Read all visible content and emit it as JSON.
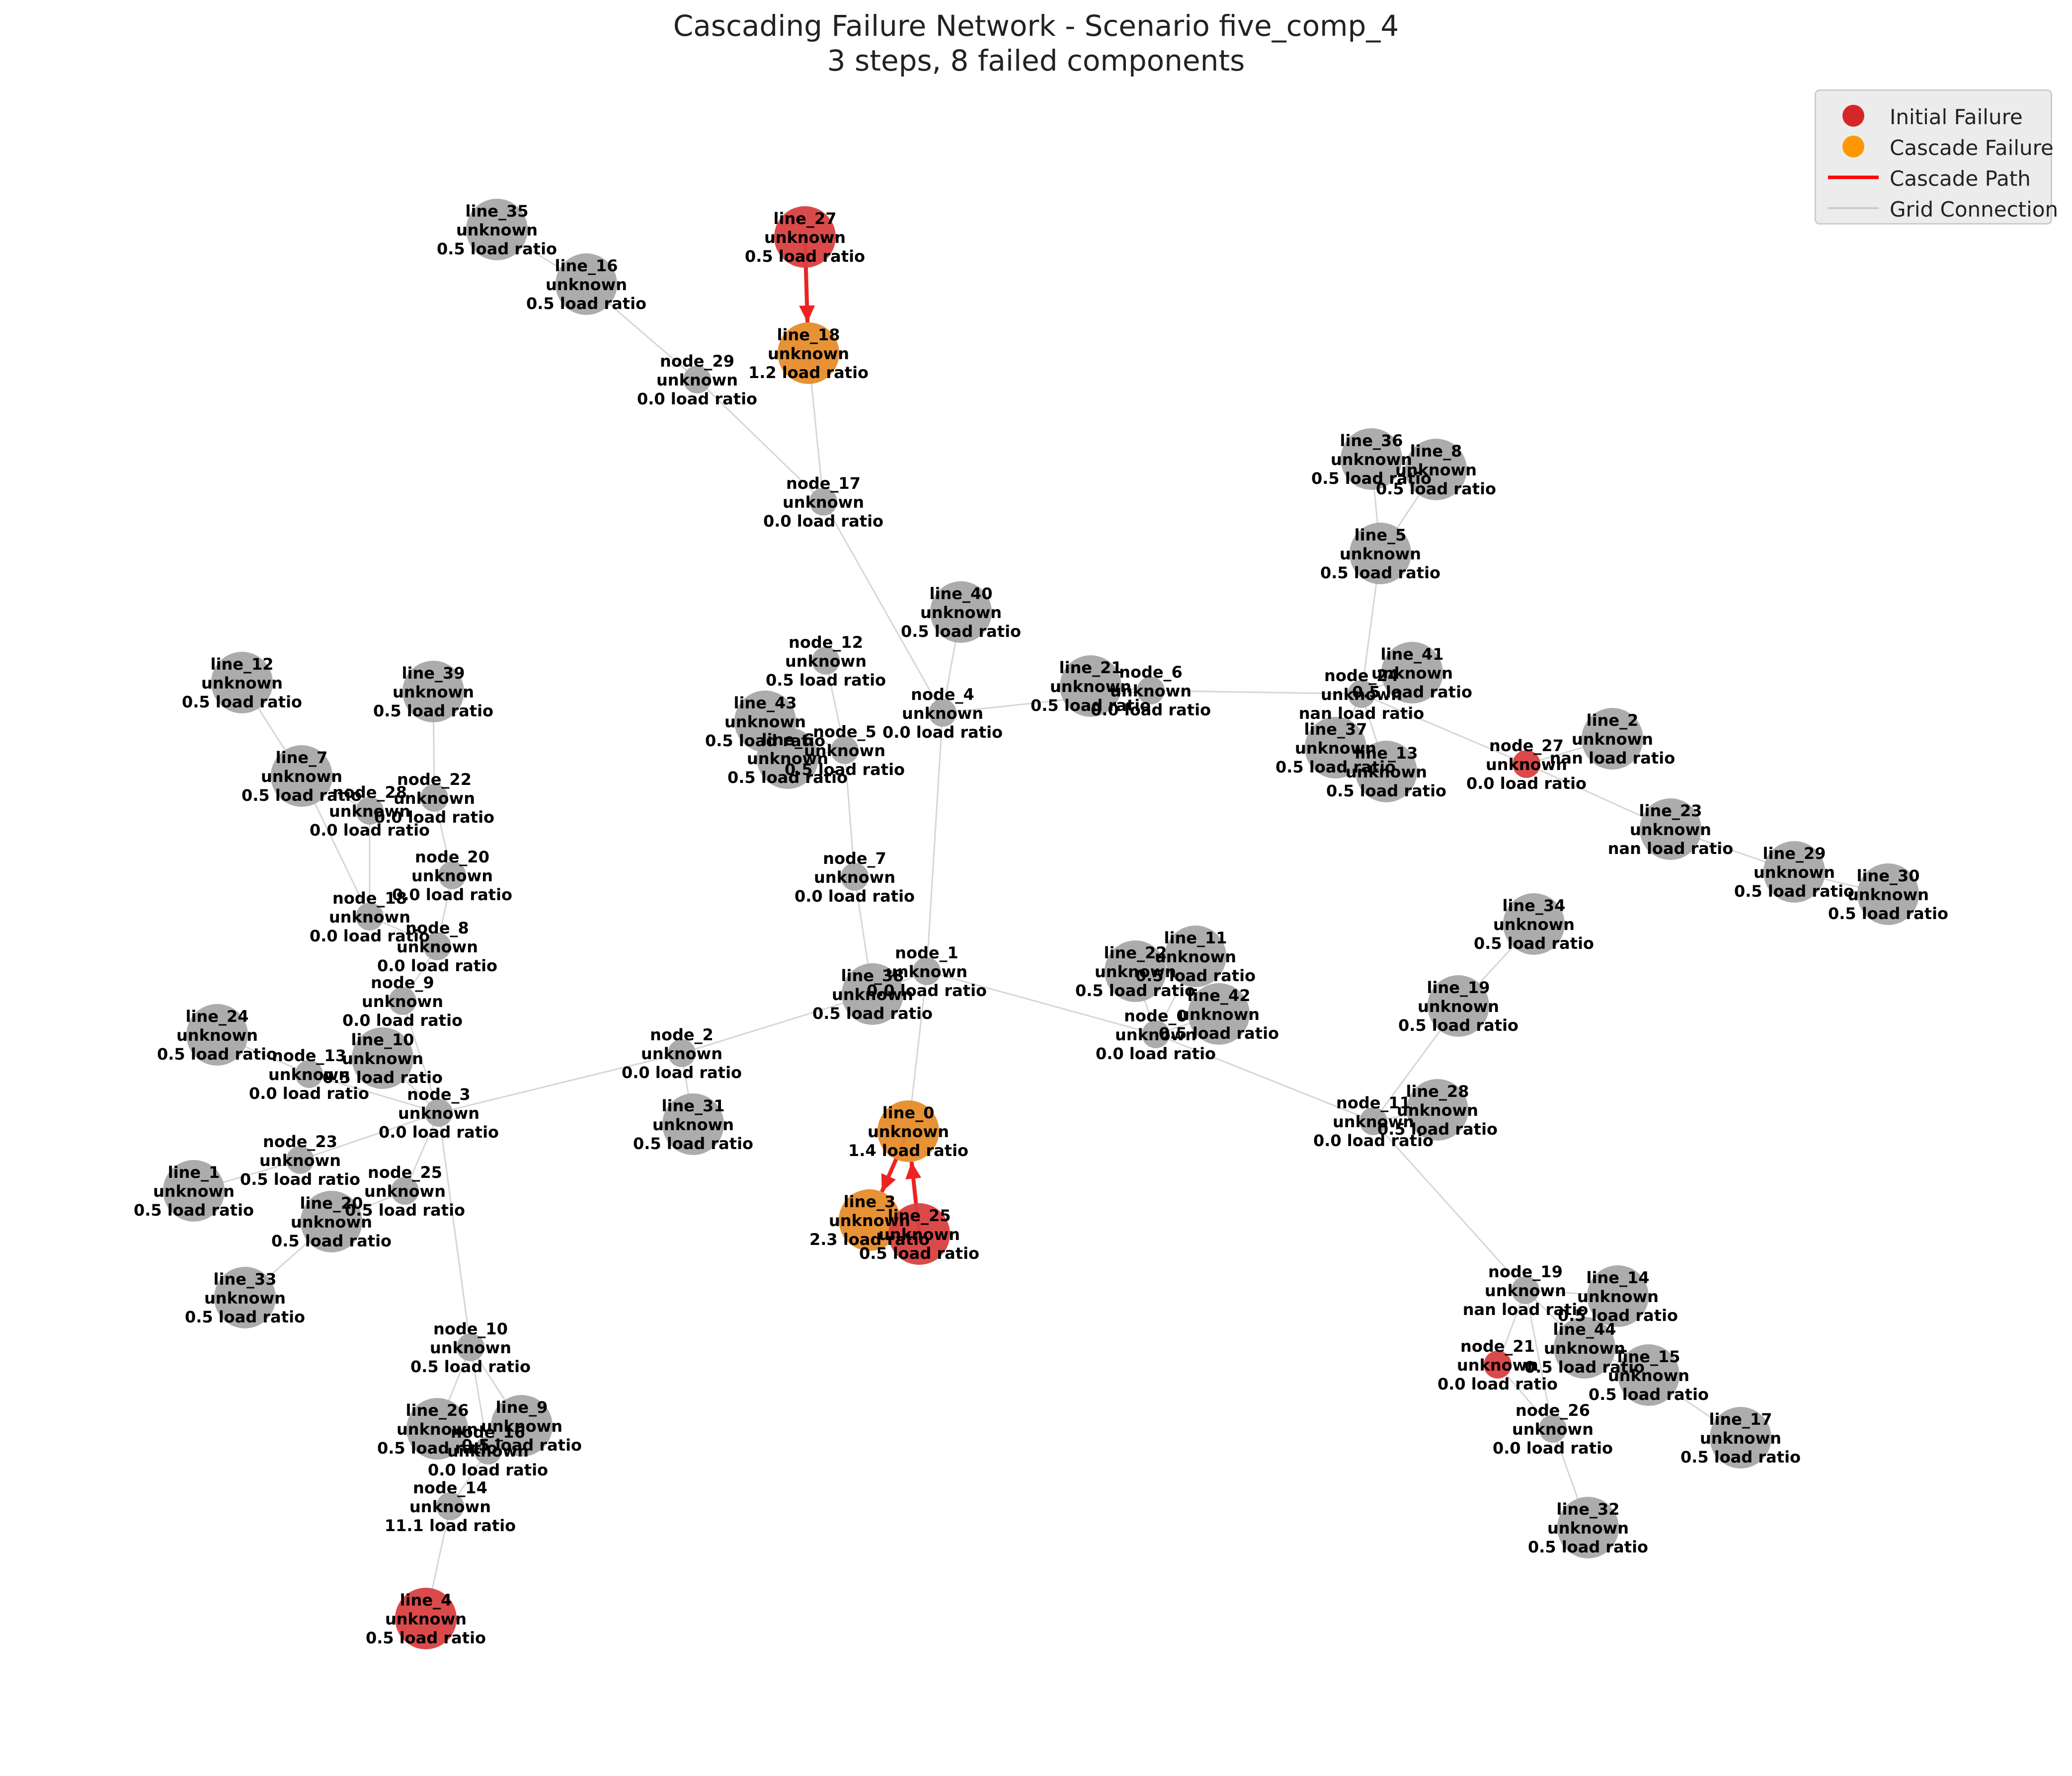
{
  "title": "Cascading Failure Network - Scenario five_comp_4",
  "subtitle": "3 steps, 8 failed components",
  "legend": {
    "position": "top-right",
    "items": [
      {
        "label": "Initial Failure",
        "kind": "marker",
        "color": "#d62728"
      },
      {
        "label": "Cascade Failure",
        "kind": "marker",
        "color": "#ff9800"
      },
      {
        "label": "Cascade Path",
        "kind": "line",
        "color": "#ff0000"
      },
      {
        "label": "Grid Connection",
        "kind": "line",
        "color": "#cccccc"
      }
    ]
  },
  "colors": {
    "initial": "#d94040",
    "cascade": "#e68c2a",
    "normal": "#a8a8a8",
    "edge": "#d6d6d6",
    "path": "#ee2222"
  },
  "node_types": {
    "line": "large",
    "node": "small"
  },
  "nodes": [
    {
      "id": "line_35",
      "status": "unknown",
      "load": "0.5 load ratio",
      "state": "normal"
    },
    {
      "id": "line_16",
      "status": "unknown",
      "load": "0.5 load ratio",
      "state": "normal"
    },
    {
      "id": "line_27",
      "status": "unknown",
      "load": "0.5 load ratio",
      "state": "initial"
    },
    {
      "id": "line_18",
      "status": "unknown",
      "load": "1.2 load ratio",
      "state": "cascade"
    },
    {
      "id": "node_29",
      "status": "unknown",
      "load": "0.0 load ratio",
      "state": "normal"
    },
    {
      "id": "node_17",
      "status": "unknown",
      "load": "0.0 load ratio",
      "state": "normal"
    },
    {
      "id": "line_36",
      "status": "unknown",
      "load": "0.5 load ratio",
      "state": "normal"
    },
    {
      "id": "line_8",
      "status": "unknown",
      "load": "0.5 load ratio",
      "state": "normal"
    },
    {
      "id": "line_5",
      "status": "unknown",
      "load": "0.5 load ratio",
      "state": "normal"
    },
    {
      "id": "line_40",
      "status": "unknown",
      "load": "0.5 load ratio",
      "state": "normal"
    },
    {
      "id": "line_12",
      "status": "unknown",
      "load": "0.5 load ratio",
      "state": "normal"
    },
    {
      "id": "line_39",
      "status": "unknown",
      "load": "0.5 load ratio",
      "state": "normal"
    },
    {
      "id": "node_12",
      "status": "unknown",
      "load": "0.5 load ratio",
      "state": "normal"
    },
    {
      "id": "node_4",
      "status": "unknown",
      "load": "0.0 load ratio",
      "state": "normal"
    },
    {
      "id": "line_21",
      "status": "unknown",
      "load": "0.5 load ratio",
      "state": "normal"
    },
    {
      "id": "node_6",
      "status": "unknown",
      "load": "0.0 load ratio",
      "state": "normal"
    },
    {
      "id": "node_24",
      "status": "unknown",
      "load": "nan load ratio",
      "state": "normal"
    },
    {
      "id": "line_41",
      "status": "unknown",
      "load": "0.5 load ratio",
      "state": "normal"
    },
    {
      "id": "line_43",
      "status": "unknown",
      "load": "0.5 load ratio",
      "state": "normal"
    },
    {
      "id": "line_6",
      "status": "unknown",
      "load": "0.5 load ratio",
      "state": "normal"
    },
    {
      "id": "node_5",
      "status": "unknown",
      "load": "0.5 load ratio",
      "state": "normal"
    },
    {
      "id": "line_37",
      "status": "unknown",
      "load": "0.5 load ratio",
      "state": "normal"
    },
    {
      "id": "line_13",
      "status": "unknown",
      "load": "0.5 load ratio",
      "state": "normal"
    },
    {
      "id": "line_2",
      "status": "unknown",
      "load": "nan load ratio",
      "state": "normal"
    },
    {
      "id": "node_27",
      "status": "unknown",
      "load": "0.0 load ratio",
      "state": "initial"
    },
    {
      "id": "line_7",
      "status": "unknown",
      "load": "0.5 load ratio",
      "state": "normal"
    },
    {
      "id": "node_28",
      "status": "unknown",
      "load": "0.0 load ratio",
      "state": "normal"
    },
    {
      "id": "node_22",
      "status": "unknown",
      "load": "0.0 load ratio",
      "state": "normal"
    },
    {
      "id": "line_23",
      "status": "unknown",
      "load": "nan load ratio",
      "state": "normal"
    },
    {
      "id": "line_29",
      "status": "unknown",
      "load": "0.5 load ratio",
      "state": "normal"
    },
    {
      "id": "line_30",
      "status": "unknown",
      "load": "0.5 load ratio",
      "state": "normal"
    },
    {
      "id": "node_20",
      "status": "unknown",
      "load": "0.0 load ratio",
      "state": "normal"
    },
    {
      "id": "node_7",
      "status": "unknown",
      "load": "0.0 load ratio",
      "state": "normal"
    },
    {
      "id": "node_18",
      "status": "unknown",
      "load": "0.0 load ratio",
      "state": "normal"
    },
    {
      "id": "node_8",
      "status": "unknown",
      "load": "0.0 load ratio",
      "state": "normal"
    },
    {
      "id": "line_34",
      "status": "unknown",
      "load": "0.5 load ratio",
      "state": "normal"
    },
    {
      "id": "line_11",
      "status": "unknown",
      "load": "0.5 load ratio",
      "state": "normal"
    },
    {
      "id": "line_22",
      "status": "unknown",
      "load": "0.5 load ratio",
      "state": "normal"
    },
    {
      "id": "node_1",
      "status": "unknown",
      "load": "0.0 load ratio",
      "state": "normal"
    },
    {
      "id": "line_38",
      "status": "unknown",
      "load": "0.5 load ratio",
      "state": "normal"
    },
    {
      "id": "line_42",
      "status": "unknown",
      "load": "0.5 load ratio",
      "state": "normal"
    },
    {
      "id": "node_0",
      "status": "unknown",
      "load": "0.0 load ratio",
      "state": "normal"
    },
    {
      "id": "node_9",
      "status": "unknown",
      "load": "0.0 load ratio",
      "state": "normal"
    },
    {
      "id": "line_19",
      "status": "unknown",
      "load": "0.5 load ratio",
      "state": "normal"
    },
    {
      "id": "line_24",
      "status": "unknown",
      "load": "0.5 load ratio",
      "state": "normal"
    },
    {
      "id": "node_2",
      "status": "unknown",
      "load": "0.0 load ratio",
      "state": "normal"
    },
    {
      "id": "node_13",
      "status": "unknown",
      "load": "0.0 load ratio",
      "state": "normal"
    },
    {
      "id": "line_10",
      "status": "unknown",
      "load": "0.5 load ratio",
      "state": "normal"
    },
    {
      "id": "node_3",
      "status": "unknown",
      "load": "0.0 load ratio",
      "state": "normal"
    },
    {
      "id": "line_31",
      "status": "unknown",
      "load": "0.5 load ratio",
      "state": "normal"
    },
    {
      "id": "line_28",
      "status": "unknown",
      "load": "0.5 load ratio",
      "state": "normal"
    },
    {
      "id": "node_11",
      "status": "unknown",
      "load": "0.0 load ratio",
      "state": "normal"
    },
    {
      "id": "line_0",
      "status": "unknown",
      "load": "1.4 load ratio",
      "state": "cascade"
    },
    {
      "id": "node_23",
      "status": "unknown",
      "load": "0.5 load ratio",
      "state": "normal"
    },
    {
      "id": "line_1",
      "status": "unknown",
      "load": "0.5 load ratio",
      "state": "normal"
    },
    {
      "id": "node_25",
      "status": "unknown",
      "load": "0.5 load ratio",
      "state": "normal"
    },
    {
      "id": "line_20",
      "status": "unknown",
      "load": "0.5 load ratio",
      "state": "normal"
    },
    {
      "id": "line_3",
      "status": "unknown",
      "load": "2.3 load ratio",
      "state": "cascade"
    },
    {
      "id": "line_25",
      "status": "unknown",
      "load": "0.5 load ratio",
      "state": "initial"
    },
    {
      "id": "line_33",
      "status": "unknown",
      "load": "0.5 load ratio",
      "state": "normal"
    },
    {
      "id": "node_19",
      "status": "unknown",
      "load": "nan load ratio",
      "state": "normal"
    },
    {
      "id": "line_14",
      "status": "unknown",
      "load": "0.5 load ratio",
      "state": "normal"
    },
    {
      "id": "line_44",
      "status": "unknown",
      "load": "0.5 load ratio",
      "state": "normal"
    },
    {
      "id": "node_21",
      "status": "unknown",
      "load": "0.0 load ratio",
      "state": "initial"
    },
    {
      "id": "line_15",
      "status": "unknown",
      "load": "0.5 load ratio",
      "state": "normal"
    },
    {
      "id": "node_26",
      "status": "unknown",
      "load": "0.0 load ratio",
      "state": "normal"
    },
    {
      "id": "line_17",
      "status": "unknown",
      "load": "0.5 load ratio",
      "state": "normal"
    },
    {
      "id": "node_10",
      "status": "unknown",
      "load": "0.5 load ratio",
      "state": "normal"
    },
    {
      "id": "line_26",
      "status": "unknown",
      "load": "0.5 load ratio",
      "state": "normal"
    },
    {
      "id": "line_9",
      "status": "unknown",
      "load": "0.5 load ratio",
      "state": "normal"
    },
    {
      "id": "node_16",
      "status": "unknown",
      "load": "0.0 load ratio",
      "state": "normal"
    },
    {
      "id": "node_14",
      "status": "unknown",
      "load": "11.1 load ratio",
      "state": "normal"
    },
    {
      "id": "line_32",
      "status": "unknown",
      "load": "0.5 load ratio",
      "state": "normal"
    },
    {
      "id": "line_4",
      "status": "unknown",
      "load": "0.5 load ratio",
      "state": "initial"
    }
  ],
  "edges": [
    [
      "line_35",
      "line_16"
    ],
    [
      "line_16",
      "node_29"
    ],
    [
      "node_29",
      "node_17"
    ],
    [
      "line_18",
      "node_17"
    ],
    [
      "node_17",
      "node_4"
    ],
    [
      "line_40",
      "node_4"
    ],
    [
      "node_4",
      "node_1"
    ],
    [
      "node_4",
      "node_6"
    ],
    [
      "node_6",
      "node_24"
    ],
    [
      "line_21",
      "node_6"
    ],
    [
      "line_36",
      "line_5"
    ],
    [
      "line_8",
      "line_5"
    ],
    [
      "line_5",
      "node_24"
    ],
    [
      "line_41",
      "node_24"
    ],
    [
      "line_37",
      "node_24"
    ],
    [
      "line_13",
      "node_24"
    ],
    [
      "node_24",
      "node_27"
    ],
    [
      "node_27",
      "line_2"
    ],
    [
      "node_27",
      "line_23"
    ],
    [
      "line_23",
      "line_29"
    ],
    [
      "line_29",
      "line_30"
    ],
    [
      "node_12",
      "node_5"
    ],
    [
      "line_43",
      "node_5"
    ],
    [
      "line_6",
      "node_5"
    ],
    [
      "node_5",
      "node_7"
    ],
    [
      "node_7",
      "line_38"
    ],
    [
      "node_1",
      "line_38"
    ],
    [
      "node_1",
      "line_0"
    ],
    [
      "node_1",
      "node_0"
    ],
    [
      "node_0",
      "line_22"
    ],
    [
      "node_0",
      "line_11"
    ],
    [
      "node_0",
      "line_42"
    ],
    [
      "node_0",
      "node_11"
    ],
    [
      "line_34",
      "line_19"
    ],
    [
      "line_19",
      "node_11"
    ],
    [
      "line_28",
      "node_11"
    ],
    [
      "node_11",
      "node_19"
    ],
    [
      "node_19",
      "line_14"
    ],
    [
      "node_19",
      "line_44"
    ],
    [
      "node_19",
      "node_21"
    ],
    [
      "node_19",
      "node_26"
    ],
    [
      "line_44",
      "line_15"
    ],
    [
      "line_15",
      "line_17"
    ],
    [
      "node_26",
      "line_32"
    ],
    [
      "node_21",
      "node_26"
    ],
    [
      "line_38",
      "node_2"
    ],
    [
      "node_2",
      "line_31"
    ],
    [
      "node_2",
      "node_3"
    ],
    [
      "line_12",
      "line_7"
    ],
    [
      "line_7",
      "node_28"
    ],
    [
      "line_7",
      "node_18"
    ],
    [
      "line_39",
      "node_22"
    ],
    [
      "node_22",
      "node_20"
    ],
    [
      "node_28",
      "node_18"
    ],
    [
      "node_20",
      "node_8"
    ],
    [
      "node_18",
      "node_8"
    ],
    [
      "node_8",
      "node_9"
    ],
    [
      "node_9",
      "node_3"
    ],
    [
      "line_24",
      "node_13"
    ],
    [
      "node_13",
      "node_3"
    ],
    [
      "line_10",
      "node_3"
    ],
    [
      "node_3",
      "node_23"
    ],
    [
      "node_23",
      "line_1"
    ],
    [
      "node_3",
      "node_25"
    ],
    [
      "node_25",
      "line_20"
    ],
    [
      "line_20",
      "line_33"
    ],
    [
      "node_3",
      "node_10"
    ],
    [
      "node_10",
      "line_26"
    ],
    [
      "node_10",
      "line_9"
    ],
    [
      "node_10",
      "node_16"
    ],
    [
      "line_26",
      "node_16"
    ],
    [
      "line_9",
      "node_16"
    ],
    [
      "node_16",
      "node_14"
    ],
    [
      "node_14",
      "line_4"
    ],
    [
      "line_0",
      "line_3"
    ],
    [
      "line_25",
      "line_0"
    ],
    [
      "line_27",
      "line_18"
    ]
  ],
  "cascade_paths": [
    [
      "line_27",
      "line_18"
    ],
    [
      "line_0",
      "line_3"
    ],
    [
      "line_25",
      "line_0"
    ]
  ]
}
